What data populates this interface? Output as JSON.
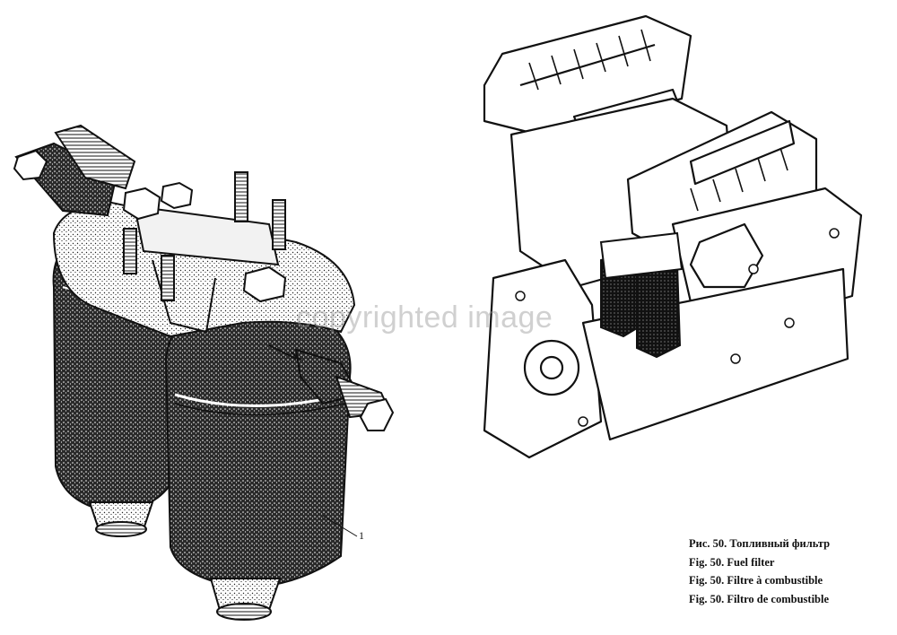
{
  "figure": {
    "part_number": "1",
    "watermark_text": "copyrighted image",
    "captions": [
      "Рис. 50. Топливный фильтр",
      "Fig. 50. Fuel filter",
      "Fig. 50. Filtre à combustible",
      "Fig. 50. Filtro de combustible"
    ]
  },
  "colors": {
    "ink": "#111111",
    "paper": "#ffffff",
    "watermark": "#969696"
  }
}
